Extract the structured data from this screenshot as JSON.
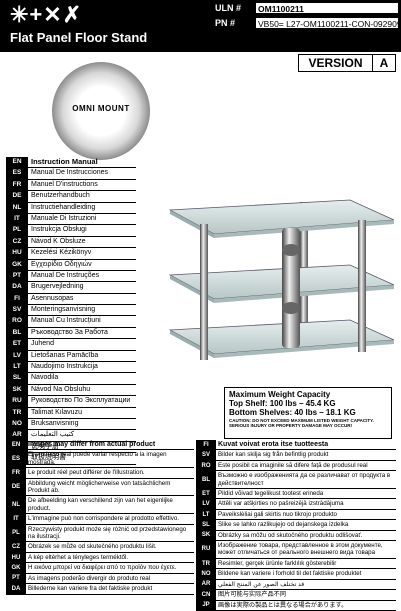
{
  "header": {
    "logo_glyphs": "✳+✕✗",
    "title": "Flat Panel Floor Stand",
    "uln_label": "ULN #",
    "uln_value": "OM1100211",
    "pn_label": "PN #",
    "pn_value": "VB50= L27-OM1100211-CON-092909vA"
  },
  "version": {
    "label": "VERSION",
    "value": "A"
  },
  "brand": {
    "name": "OMNI MOUNT"
  },
  "languages": [
    {
      "code": "EN",
      "text": "Instruction Manual"
    },
    {
      "code": "ES",
      "text": "Manual De Instrucciones"
    },
    {
      "code": "FR",
      "text": "Manuel D'instructions"
    },
    {
      "code": "DE",
      "text": "Benutzerhandbuch"
    },
    {
      "code": "NL",
      "text": "Instructiehandleiding"
    },
    {
      "code": "IT",
      "text": "Manuale Di Istruzioni"
    },
    {
      "code": "PL",
      "text": "Instrukcja Obsługi"
    },
    {
      "code": "CZ",
      "text": "Návod K Obsluze"
    },
    {
      "code": "HU",
      "text": "Kezelési Kézikönyv"
    },
    {
      "code": "GK",
      "text": "Εγχειρίδιο Οδηγιών"
    },
    {
      "code": "PT",
      "text": "Manual De Instruções"
    },
    {
      "code": "DA",
      "text": "Brugervejledning"
    },
    {
      "code": "FI",
      "text": "Asennusopas"
    },
    {
      "code": "SV",
      "text": "Monteringsanvisning"
    },
    {
      "code": "RO",
      "text": "Manual Cu Instrucțiuni"
    },
    {
      "code": "BL",
      "text": "Ръководство За Работа"
    },
    {
      "code": "ET",
      "text": "Juhend"
    },
    {
      "code": "LV",
      "text": "Lietošanas Pamācība"
    },
    {
      "code": "LT",
      "text": "Naudojimo Instrukcija"
    },
    {
      "code": "SL",
      "text": "Navodila"
    },
    {
      "code": "SK",
      "text": "Návod Na Obsluhu"
    },
    {
      "code": "RU",
      "text": "Руководство По Эксплуатации"
    },
    {
      "code": "TR",
      "text": "Talimat Kılavuzu"
    },
    {
      "code": "NO",
      "text": "Bruksanvisning"
    },
    {
      "code": "AR",
      "text": "كتيب التعليمات"
    },
    {
      "code": "CN",
      "text": "说明手册"
    },
    {
      "code": "JP",
      "text": "取扱説明書"
    }
  ],
  "weight": {
    "title": "Maximum Weight Capacity",
    "top": "Top Shelf: 100 lbs – 45.4 KG",
    "bottom": "Bottom Shelves: 40 lbs – 18.1 KG",
    "caution": "CAUTION: DO NOT EXCEED MAXIMUM LISTED WEIGHT CAPACITY. SERIOUS INJURY OR PROPERTY DAMAGE MAY OCCUR!"
  },
  "disclaimer_left": [
    {
      "code": "EN",
      "text": "Images may differ from actual product"
    },
    {
      "code": "ES",
      "text": "El producto real puede variar respecto a la imagen mostrada."
    },
    {
      "code": "FR",
      "text": "Le produit réel peut différer de l'illustration."
    },
    {
      "code": "DE",
      "text": "Abbildung weicht möglicherweise von tatsächlichem Produkt ab."
    },
    {
      "code": "NL",
      "text": "De afbeelding kan verschillend zijn van het eigenlijke product."
    },
    {
      "code": "IT",
      "text": "L'immagine può non corrispondere al prodotto effettivo."
    },
    {
      "code": "PL",
      "text": "Rzeczywisty produkt może się różnić od przedstawionego na ilustracji."
    },
    {
      "code": "CZ",
      "text": "Obrázek se může od skutečného produktu lišit."
    },
    {
      "code": "HU",
      "text": "A kép eltérhet a tényleges terméktől."
    },
    {
      "code": "GK",
      "text": "Η εικόνα μπορεί να διαφέρει από το προϊόν που έχετε."
    },
    {
      "code": "PT",
      "text": "As imagens poderão divergir do produto real"
    },
    {
      "code": "DA",
      "text": "Billederne kan variere fra det faktiske produkt"
    }
  ],
  "disclaimer_right": [
    {
      "code": "FI",
      "text": "Kuvat voivat erota itse tuotteesta"
    },
    {
      "code": "SV",
      "text": "Bilder kan skilja sig från befintlig produkt"
    },
    {
      "code": "RO",
      "text": "Este posibil ca imaginile să difere față de produsul real"
    },
    {
      "code": "BL",
      "text": "Възможно е изображенията да се различават от продукта в действителност"
    },
    {
      "code": "ET",
      "text": "Pildid võivad tegelikust tootest erineda"
    },
    {
      "code": "LV",
      "text": "Attēli var atšķirties no pašreizējā izstrādājuma"
    },
    {
      "code": "LT",
      "text": "Paveikslėliai gali skirtis nuo tikrojo produkto"
    },
    {
      "code": "SL",
      "text": "Slike se lahko razlikujejo od dejanskega izdelka"
    },
    {
      "code": "SK",
      "text": "Obrázky sa môžu od skutočného produktu odlišovať."
    },
    {
      "code": "RU",
      "text": "Изображение товара, представленное в этом документе, может отличаться от реального внешнего вида товара"
    },
    {
      "code": "TR",
      "text": "Resimler, gerçek ürünle farklılık gösterebilir"
    },
    {
      "code": "NO",
      "text": "Bildene kan variere i forhold til det faktiske produktet"
    },
    {
      "code": "AR",
      "text": "قد تختلف الصور عن المنتج الفعلي"
    },
    {
      "code": "CN",
      "text": "图片可能与实际产品不同"
    },
    {
      "code": "JP",
      "text": "画像は実際の製品とは異なる場合があります。"
    }
  ],
  "colors": {
    "header_bg": "#000000",
    "glass": "#c9d6d6",
    "pole": "#8a8a8a"
  }
}
